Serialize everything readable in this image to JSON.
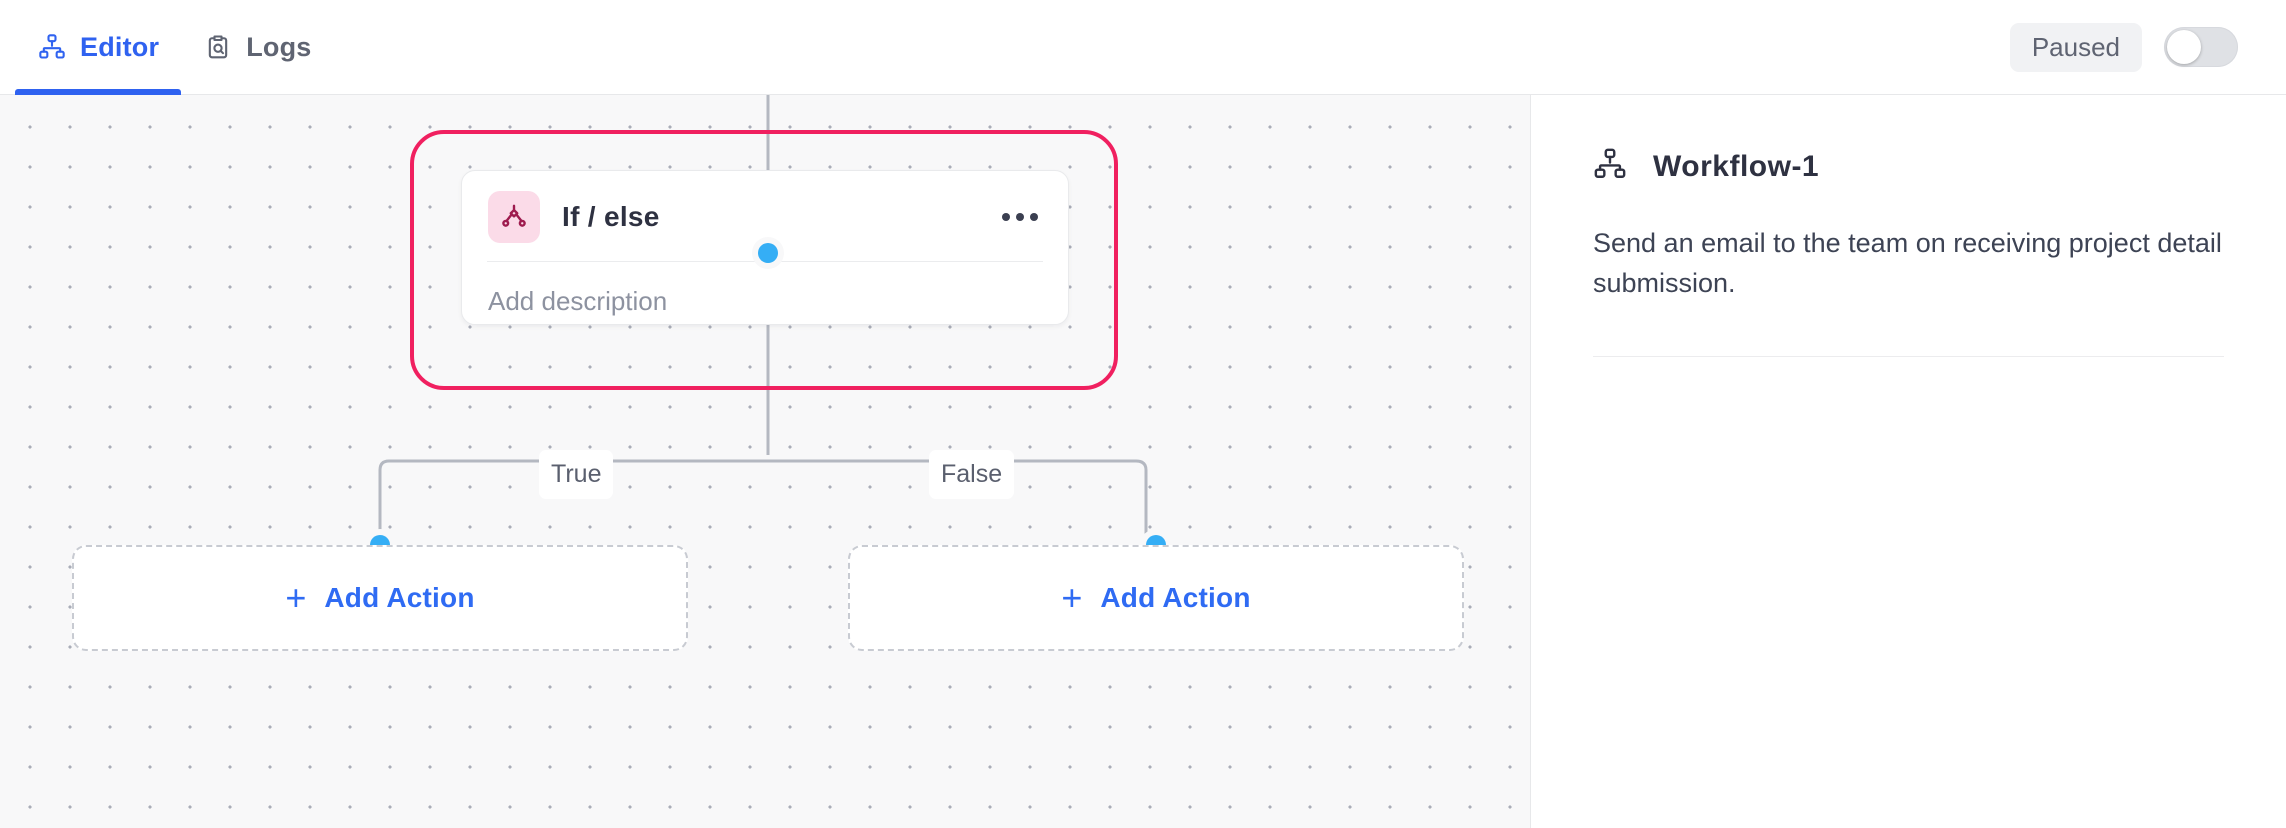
{
  "header": {
    "tabs": [
      {
        "label": "Editor",
        "icon": "hierarchy-icon",
        "active": true
      },
      {
        "label": "Logs",
        "icon": "clipboard-search-icon",
        "active": false
      }
    ],
    "status_badge": "Paused",
    "toggle_state": "off",
    "accent_color": "#2f62f0"
  },
  "canvas": {
    "background": "#f8f8f9",
    "selection_color": "#f02060",
    "port_color": "#35aef5",
    "node": {
      "title": "If / else",
      "description_placeholder": "Add description",
      "icon": "branch-split-icon",
      "icon_bg": "#fbdbe8",
      "icon_color": "#9e1b4e",
      "menu": "ellipsis-icon"
    },
    "branches": [
      {
        "label": "True"
      },
      {
        "label": "False"
      }
    ],
    "add_actions": [
      {
        "label": "Add Action",
        "plus": "+"
      },
      {
        "label": "Add Action",
        "plus": "+"
      }
    ]
  },
  "sidebar": {
    "icon": "hierarchy-icon",
    "title": "Workflow-1",
    "description": "Send an email to the team on receiving project detail submission."
  }
}
